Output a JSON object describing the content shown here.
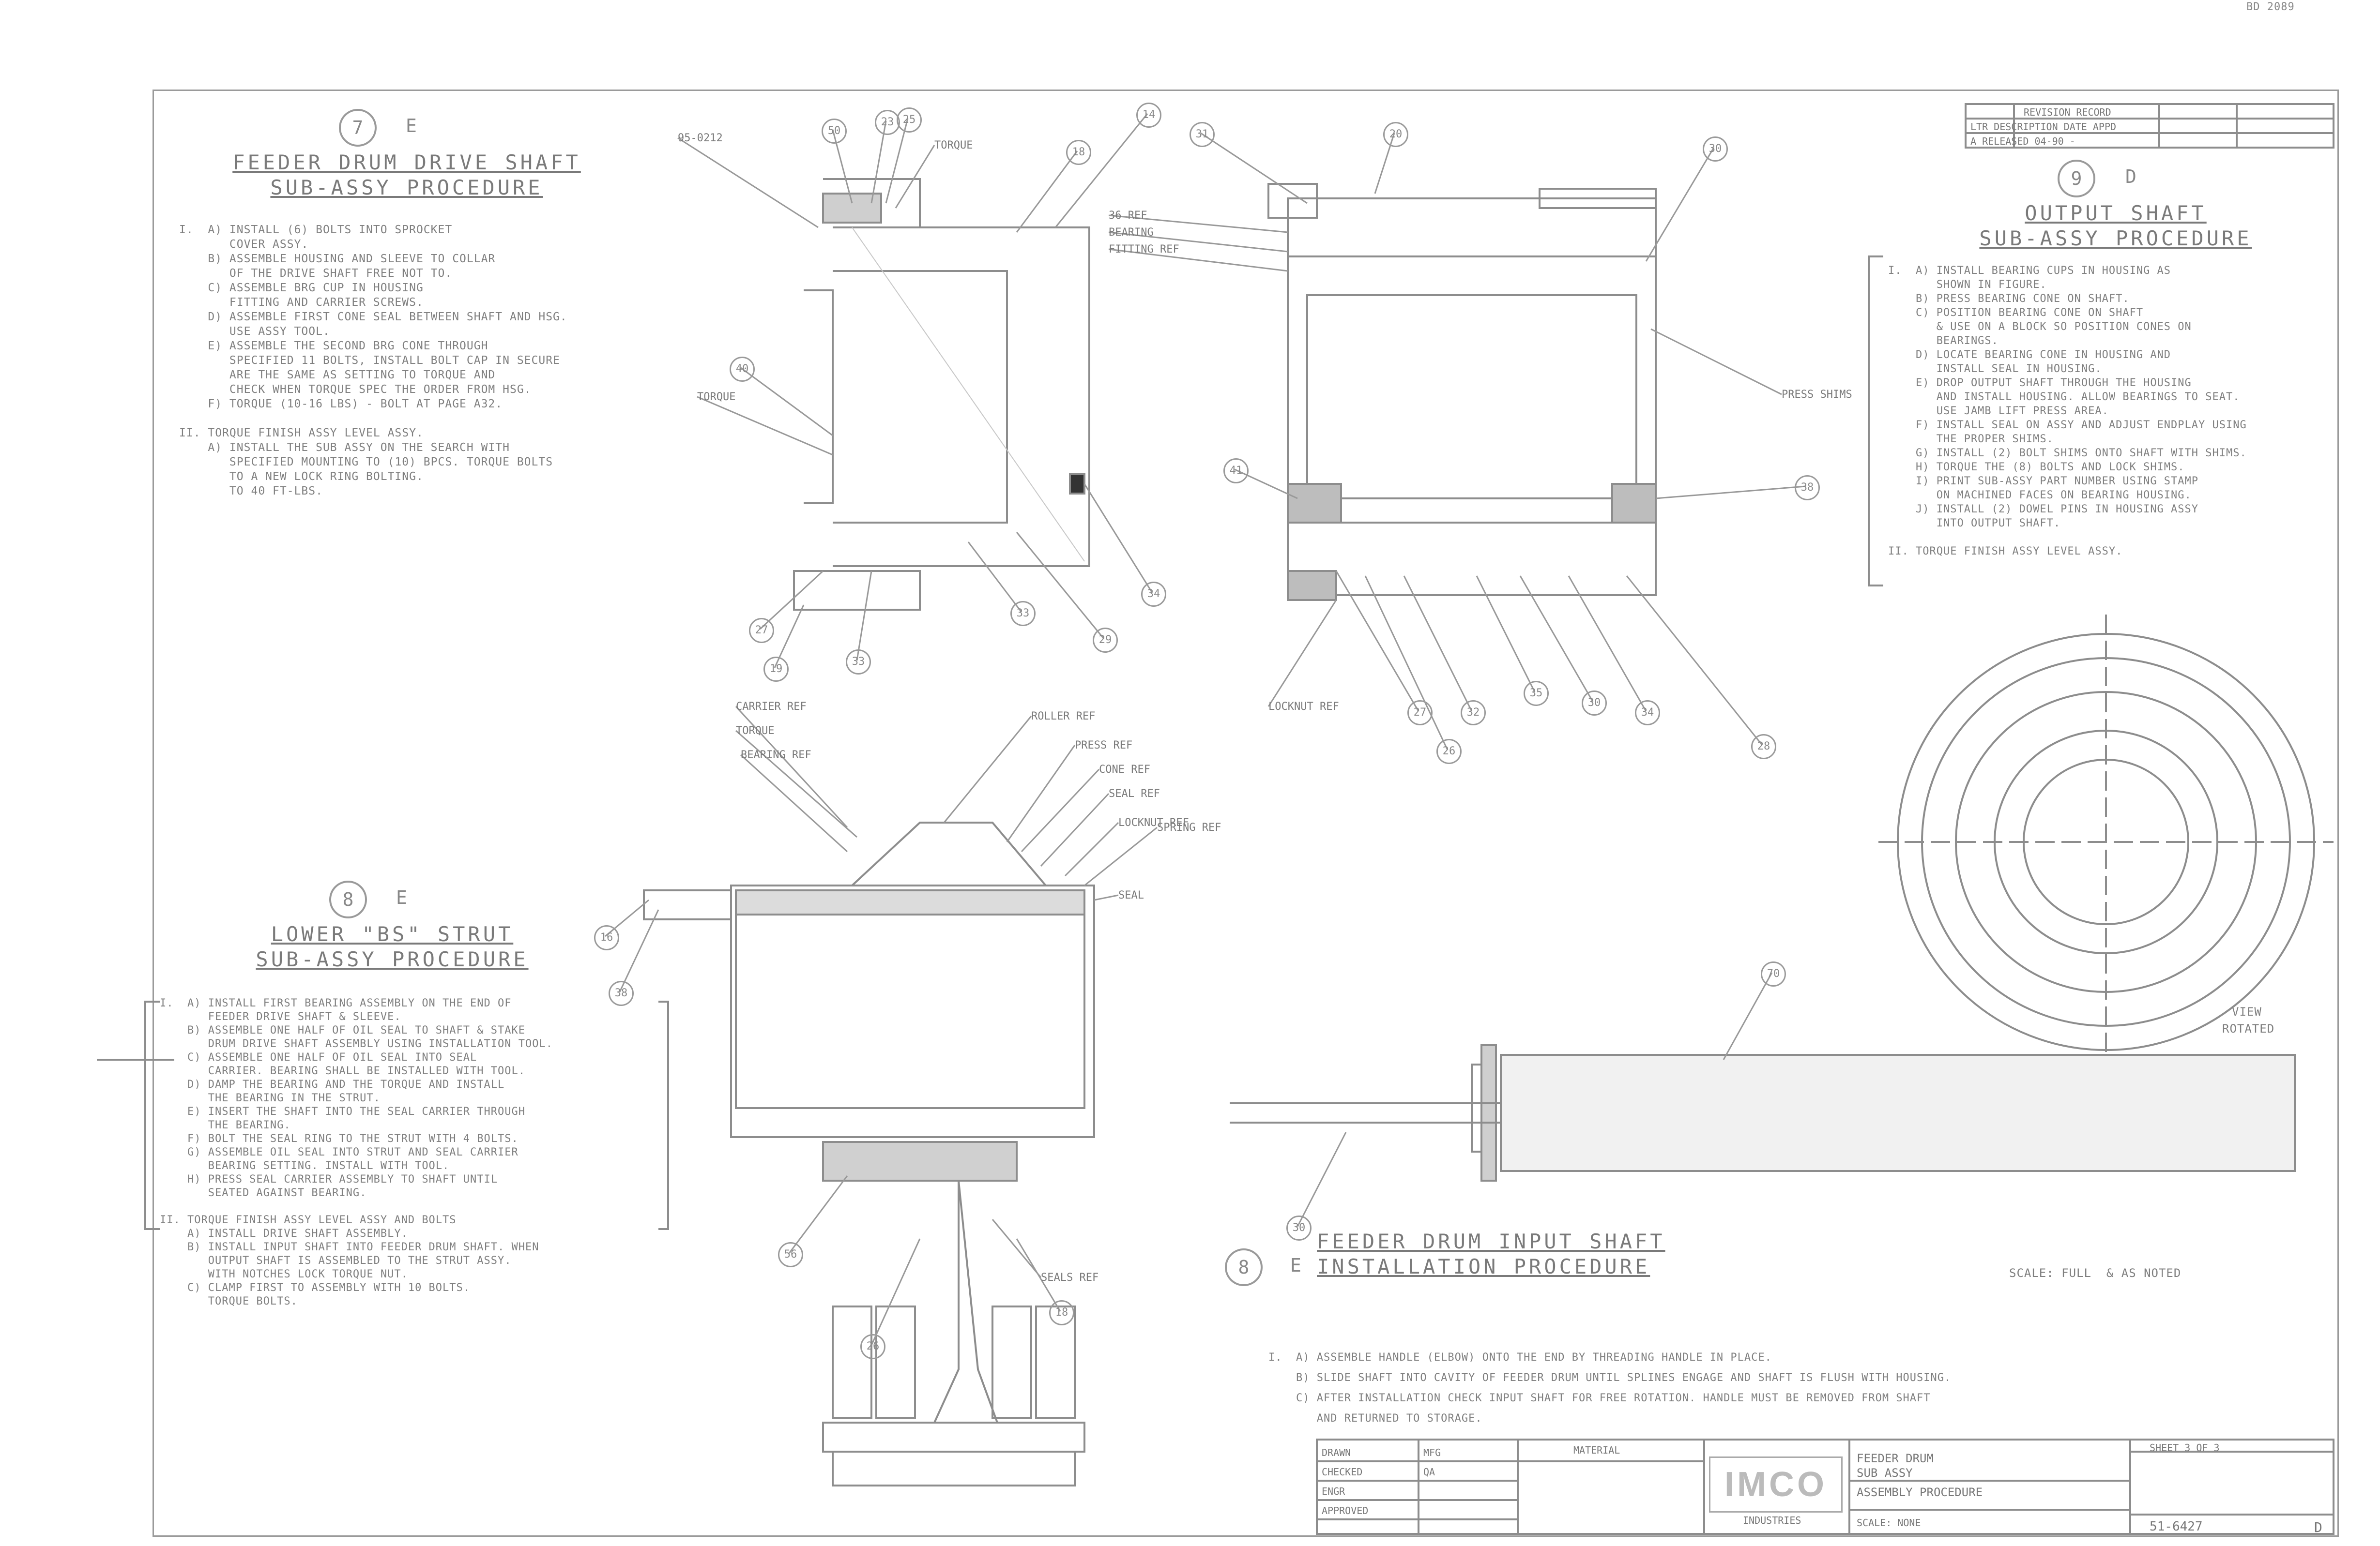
{
  "corner_code": "BD 2089",
  "sections": {
    "feeder": {
      "number": "7",
      "letter": "E",
      "title_line1": "FEEDER DRUM DRIVE SHAFT",
      "title_line2": "SUB-ASSY PROCEDURE",
      "notes": "I.  A) INSTALL (6) BOLTS INTO SPROCKET\n       COVER ASSY.\n    B) ASSEMBLE HOUSING AND SLEEVE TO COLLAR\n       OF THE DRIVE SHAFT FREE NOT TO.\n    C) ASSEMBLE BRG CUP IN HOUSING\n       FITTING AND CARRIER SCREWS.\n    D) ASSEMBLE FIRST CONE SEAL BETWEEN SHAFT AND HSG.\n       USE ASSY TOOL.\n    E) ASSEMBLE THE SECOND BRG CONE THROUGH\n       SPECIFIED 11 BOLTS, INSTALL BOLT CAP IN SECURE\n       ARE THE SAME AS SETTING TO TORQUE AND\n       CHECK WHEN TORQUE SPEC THE ORDER FROM HSG.\n    F) TORQUE (10-16 LBS) - BOLT AT PAGE A32.\n\nII. TORQUE FINISH ASSY LEVEL ASSY.\n    A) INSTALL THE SUB ASSY ON THE SEARCH WITH\n       SPECIFIED MOUNTING TO (10) BPCS. TORQUE BOLTS\n       TO A NEW LOCK RING BOLTING.\n       TO 40 FT-LBS."
    },
    "output": {
      "number": "9",
      "letter": "D",
      "title_line1": "OUTPUT SHAFT",
      "title_line2": "SUB-ASSY PROCEDURE",
      "notes": "I.  A) INSTALL BEARING CUPS IN HOUSING AS\n       SHOWN IN FIGURE.\n    B) PRESS BEARING CONE ON SHAFT.\n    C) POSITION BEARING CONE ON SHAFT\n       & USE ON A BLOCK SO POSITION CONES ON\n       BEARINGS.\n    D) LOCATE BEARING CONE IN HOUSING AND\n       INSTALL SEAL IN HOUSING.\n    E) DROP OUTPUT SHAFT THROUGH THE HOUSING\n       AND INSTALL HOUSING. ALLOW BEARINGS TO SEAT.\n       USE JAMB LIFT PRESS AREA.\n    F) INSTALL SEAL ON ASSY AND ADJUST ENDPLAY USING\n       THE PROPER SHIMS.\n    G) INSTALL (2) BOLT SHIMS ONTO SHAFT WITH SHIMS.\n    H) TORQUE THE (8) BOLTS AND LOCK SHIMS.\n    I) PRINT SUB-ASSY PART NUMBER USING STAMP\n       ON MACHINED FACES ON BEARING HOUSING.\n    J) INSTALL (2) DOWEL PINS IN HOUSING ASSY\n       INTO OUTPUT SHAFT.\n\nII. TORQUE FINISH ASSY LEVEL ASSY."
    },
    "lower_strut": {
      "number": "8",
      "letter": "E",
      "title_line1": "LOWER \"BS\" STRUT",
      "title_line2": "SUB-ASSY PROCEDURE",
      "notes": "I.  A) INSTALL FIRST BEARING ASSEMBLY ON THE END OF\n       FEEDER DRIVE SHAFT & SLEEVE.\n    B) ASSEMBLE ONE HALF OF OIL SEAL TO SHAFT & STAKE\n       DRUM DRIVE SHAFT ASSEMBLY USING INSTALLATION TOOL.\n    C) ASSEMBLE ONE HALF OF OIL SEAL INTO SEAL\n       CARRIER. BEARING SHALL BE INSTALLED WITH TOOL.\n    D) DAMP THE BEARING AND THE TORQUE AND INSTALL\n       THE BEARING IN THE STRUT.\n    E) INSERT THE SHAFT INTO THE SEAL CARRIER THROUGH\n       THE BEARING.\n    F) BOLT THE SEAL RING TO THE STRUT WITH 4 BOLTS.\n    G) ASSEMBLE OIL SEAL INTO STRUT AND SEAL CARRIER\n       BEARING SETTING. INSTALL WITH TOOL.\n    H) PRESS SEAL CARRIER ASSEMBLY TO SHAFT UNTIL\n       SEATED AGAINST BEARING.\n\nII. TORQUE FINISH ASSY LEVEL ASSY AND BOLTS\n    A) INSTALL DRIVE SHAFT ASSEMBLY.\n    B) INSTALL INPUT SHAFT INTO FEEDER DRUM SHAFT. WHEN\n       OUTPUT SHAFT IS ASSEMBLED TO THE STRUT ASSY.\n       WITH NOTCHES LOCK TORQUE NUT.\n    C) CLAMP FIRST TO ASSEMBLY WITH 10 BOLTS.\n       TORQUE BOLTS."
    },
    "input": {
      "number": "8",
      "letter": "E",
      "title_line1": "FEEDER DRUM INPUT SHAFT",
      "title_line2": "INSTALLATION PROCEDURE",
      "notes": "I.  A) ASSEMBLE HANDLE (ELBOW) ONTO THE END BY THREADING HANDLE IN PLACE.\n    B) SLIDE SHAFT INTO CAVITY OF FEEDER DRUM UNTIL SPLINES ENGAGE AND SHAFT IS FLUSH WITH HOUSING.\n    C) AFTER INSTALLATION CHECK INPUT SHAFT FOR FREE ROTATION. HANDLE MUST BE REMOVED FROM SHAFT\n       AND RETURNED TO STORAGE."
    }
  },
  "scale_note": "SCALE: FULL  & AS NOTED",
  "view_label_line1": "VIEW",
  "view_label_line2": "ROTATED",
  "callouts": {
    "feeder": [
      "95-0212",
      "50",
      "23",
      "25",
      "TORQUE",
      "18",
      "14",
      "40",
      "TORQUE",
      "27",
      "34",
      "33",
      "29",
      "33",
      "19",
      "26"
    ],
    "output": [
      "31",
      "20",
      "30",
      "36 REF",
      "BEARING",
      "FITTING REF",
      "PRESS SHIMS",
      "41",
      "38",
      "27",
      "26",
      "32",
      "35",
      "30",
      "34",
      "28",
      "LOCKNUT REF"
    ],
    "strut": [
      "CARRIER REF",
      "TORQUE",
      "BEARING REF",
      "ROLLER REF",
      "PRESS REF",
      "CONE REF",
      "SEAL REF",
      "LOCKNUT REF",
      "SPRING REF",
      "SEAL",
      "SEALS REF",
      "16",
      "38",
      "56",
      "18"
    ],
    "input": [
      "70",
      "30"
    ]
  },
  "title_block": {
    "top_right": {
      "header": "REVISION RECORD",
      "rows": [
        "LTR  DESCRIPTION        DATE   APPD",
        "A    RELEASED            04-90  -"
      ]
    },
    "company": "IMCO",
    "company_sub": "INDUSTRIES",
    "drawing_title_line1": "FEEDER DRUM",
    "drawing_title_line2": "SUB ASSY",
    "drawing_title_line3": "ASSEMBLY PROCEDURE",
    "drawing_number": "51-6427",
    "sheet": "SHEET 3 OF 3",
    "rev_labels": [
      "DRAWN",
      "CHECKED",
      "ENGR",
      "APPROVED",
      "MFG",
      "QA"
    ],
    "materials_header": "MATERIAL",
    "scale": "SCALE: NONE",
    "size": "D"
  }
}
